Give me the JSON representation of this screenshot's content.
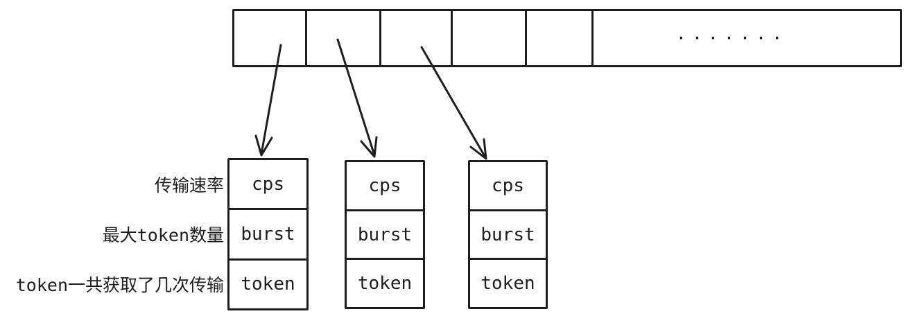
{
  "diagram": {
    "colors": {
      "stroke": "#1e1e1e",
      "background": "#ffffff"
    },
    "array": {
      "slot_count": 5,
      "ellipsis": "·······"
    },
    "row_labels": [
      "传输速率",
      "最大token数量",
      "token一共获取了几次传输"
    ],
    "buckets": [
      {
        "fields": [
          "cps",
          "burst",
          "token"
        ]
      },
      {
        "fields": [
          "cps",
          "burst",
          "token"
        ]
      },
      {
        "fields": [
          "cps",
          "burst",
          "token"
        ]
      }
    ]
  }
}
